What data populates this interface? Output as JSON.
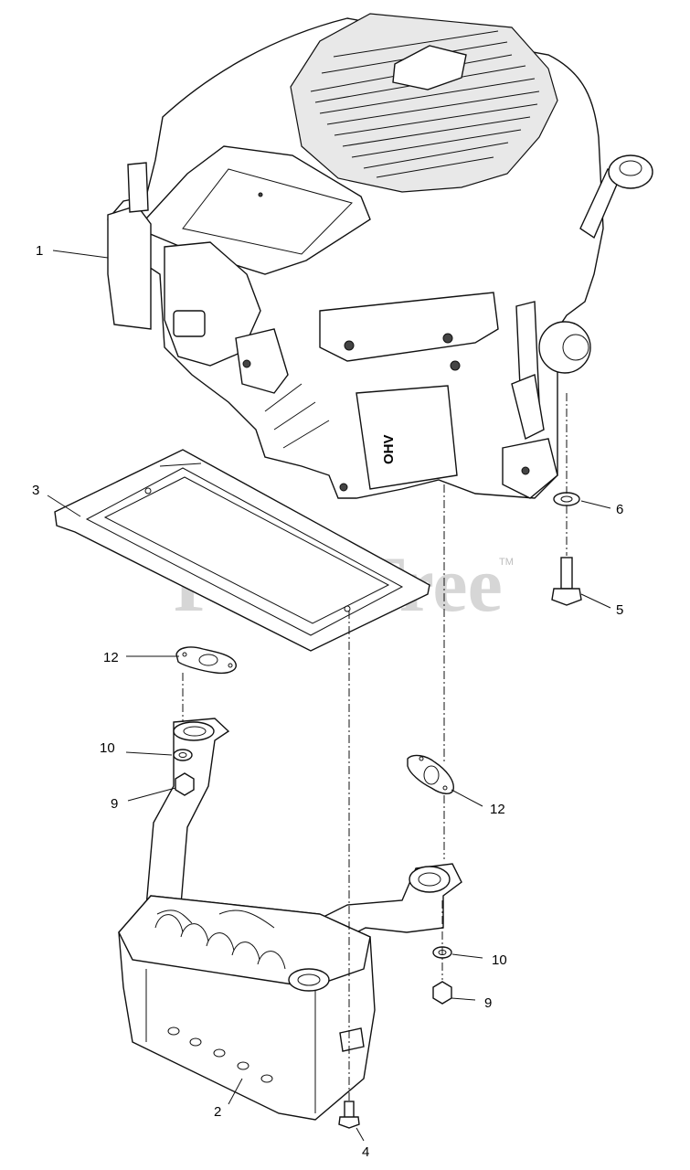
{
  "watermark": {
    "text": "PartsTree",
    "trademark": "TM"
  },
  "engine": {
    "decal_text": "OHV"
  },
  "callouts": [
    {
      "id": "c1",
      "label": "1"
    },
    {
      "id": "c3",
      "label": "3"
    },
    {
      "id": "c6",
      "label": "6"
    },
    {
      "id": "c5",
      "label": "5"
    },
    {
      "id": "c12a",
      "label": "12"
    },
    {
      "id": "c10a",
      "label": "10"
    },
    {
      "id": "c9a",
      "label": "9"
    },
    {
      "id": "c12b",
      "label": "12"
    },
    {
      "id": "c10b",
      "label": "10"
    },
    {
      "id": "c9b",
      "label": "9"
    },
    {
      "id": "c2",
      "label": "2"
    },
    {
      "id": "c4",
      "label": "4"
    }
  ]
}
